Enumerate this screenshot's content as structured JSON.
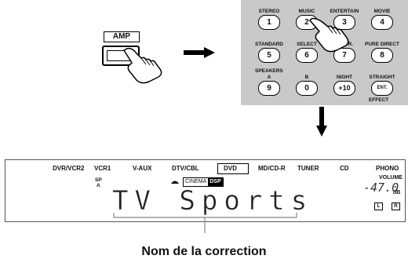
{
  "amp": {
    "label": "AMP"
  },
  "remote": {
    "keys": [
      {
        "label": "STEREO",
        "button": "1"
      },
      {
        "label": "MUSIC",
        "button": "2"
      },
      {
        "label": "ENTERTAIN",
        "button": "3"
      },
      {
        "label": "MOVIE",
        "button": "4"
      },
      {
        "label": "STANDARD",
        "button": "5"
      },
      {
        "label": "SELECT",
        "button": "6"
      },
      {
        "label": "D SUR.",
        "button": "7"
      },
      {
        "label": "PURE DIRECT",
        "button": "8"
      },
      {
        "label": "A",
        "button": "9"
      },
      {
        "label": "B",
        "button": "0"
      },
      {
        "label": "NIGHT",
        "button": "+10"
      },
      {
        "label": "STRAIGHT",
        "button": "ENT."
      }
    ],
    "speakers_label": "SPEAKERS",
    "effect_label": "EFFECT"
  },
  "display": {
    "sources": [
      "DVR/VCR2",
      "VCR1",
      "V-AUX",
      "DTV/CBL",
      "DVD",
      "MD/CD-R",
      "TUNER",
      "CD",
      "PHONO"
    ],
    "selected_source": "DVD",
    "sp_indicator": "SP",
    "sp_sub": "A",
    "cinema_label": "CINEMA",
    "dsp_label": "DSP",
    "main_text": "TV Sports",
    "volume_label": "VOLUME",
    "volume_value": "-47.0",
    "volume_unit": "dB",
    "left_indicator": "L",
    "right_indicator": "R"
  },
  "caption": "Nom de la correction"
}
